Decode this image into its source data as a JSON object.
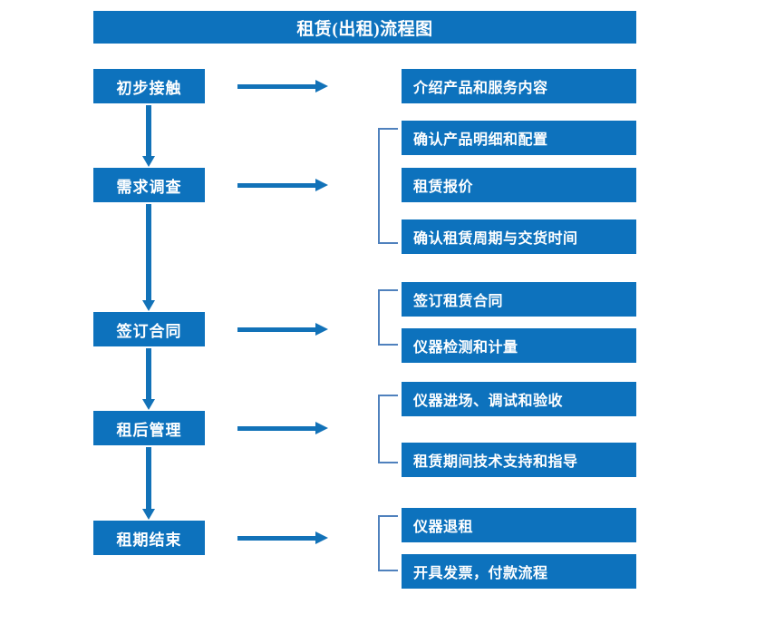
{
  "title": "租赁(出租)流程图",
  "colors": {
    "box_fill": "#0d72bd",
    "box_text": "#ffffff",
    "arrow": "#1272b8",
    "bracket": "#4f81bd",
    "background": "#ffffff"
  },
  "stages": [
    {
      "label": "初步接触"
    },
    {
      "label": "需求调查"
    },
    {
      "label": "签订合同"
    },
    {
      "label": "租后管理"
    },
    {
      "label": "租期结束"
    }
  ],
  "details": [
    {
      "label": "介绍产品和服务内容"
    },
    {
      "label": "确认产品明细和配置"
    },
    {
      "label": "租赁报价"
    },
    {
      "label": "确认租赁周期与交货时间"
    },
    {
      "label": "签订租赁合同"
    },
    {
      "label": "仪器检测和计量"
    },
    {
      "label": "仪器进场、调试和验收"
    },
    {
      "label": "租赁期间技术支持和指导"
    },
    {
      "label": "仪器退租"
    },
    {
      "label": "开具发票，付款流程"
    }
  ],
  "groups": [
    {
      "stage": "需求调查",
      "details": [
        "确认产品明细和配置",
        "租赁报价",
        "确认租赁周期与交货时间"
      ]
    },
    {
      "stage": "签订合同",
      "details": [
        "签订租赁合同",
        "仪器检测和计量"
      ]
    },
    {
      "stage": "租后管理",
      "details": [
        "仪器进场、调试和验收",
        "租赁期间技术支持和指导"
      ]
    },
    {
      "stage": "租期结束",
      "details": [
        "仪器退租",
        "开具发票，付款流程"
      ]
    }
  ]
}
